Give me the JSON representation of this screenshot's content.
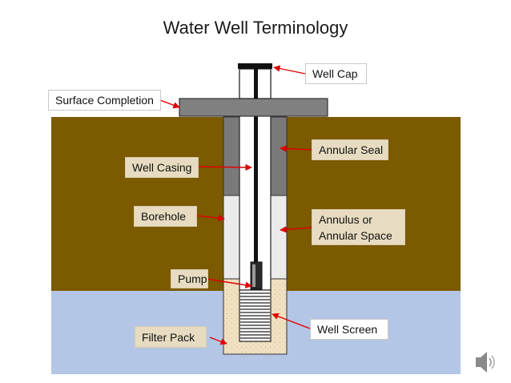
{
  "title": "Water Well Terminology",
  "labels": {
    "well_cap": "Well Cap",
    "surface_completion": "Surface Completion",
    "annular_seal": "Annular Seal",
    "well_casing": "Well Casing",
    "borehole": "Borehole",
    "annulus_line1": "Annulus or",
    "annulus_line2": "Annular Space",
    "pump": "Pump",
    "well_screen": "Well Screen",
    "filter_pack": "Filter Pack"
  },
  "colors": {
    "soil": "#7b5a00",
    "water_zone": "#b4c6e6",
    "annular_seal": "#7a7a7a",
    "surface_slab": "#808080",
    "borehole_fill": "#ebebeb",
    "filter_pack": "#f0e1c2",
    "arrow": "#e00000",
    "label_bg": "#e7dcc1"
  },
  "icons": {
    "speaker": "speaker-icon"
  }
}
